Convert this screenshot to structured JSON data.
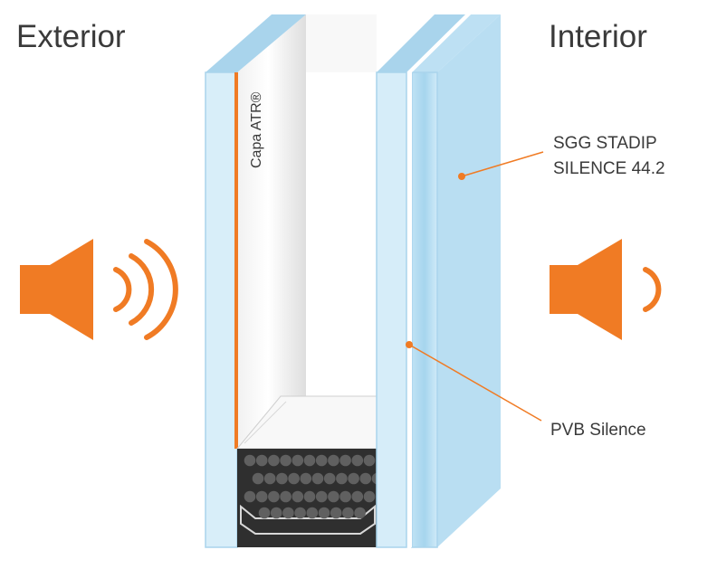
{
  "labels": {
    "exterior": "Exterior",
    "interior": "Interior",
    "coating": "Capa ATR®",
    "laminated_glass_line1": "SGG STADIP",
    "laminated_glass_line2": "SILENCE 44.2",
    "interlayer": "PVB Silence"
  },
  "icons": {
    "exterior_speaker": "speaker-loud-icon",
    "interior_speaker": "speaker-quiet-icon"
  },
  "colors": {
    "accent_orange": "#f07b24",
    "glass_light": "#d8eef9",
    "glass_edge": "#a9d4ec",
    "glass_deep": "#8ec6e6",
    "spacer_dark": "#2f2f2f",
    "desiccant": "#606060",
    "text": "#3a3a3a"
  }
}
